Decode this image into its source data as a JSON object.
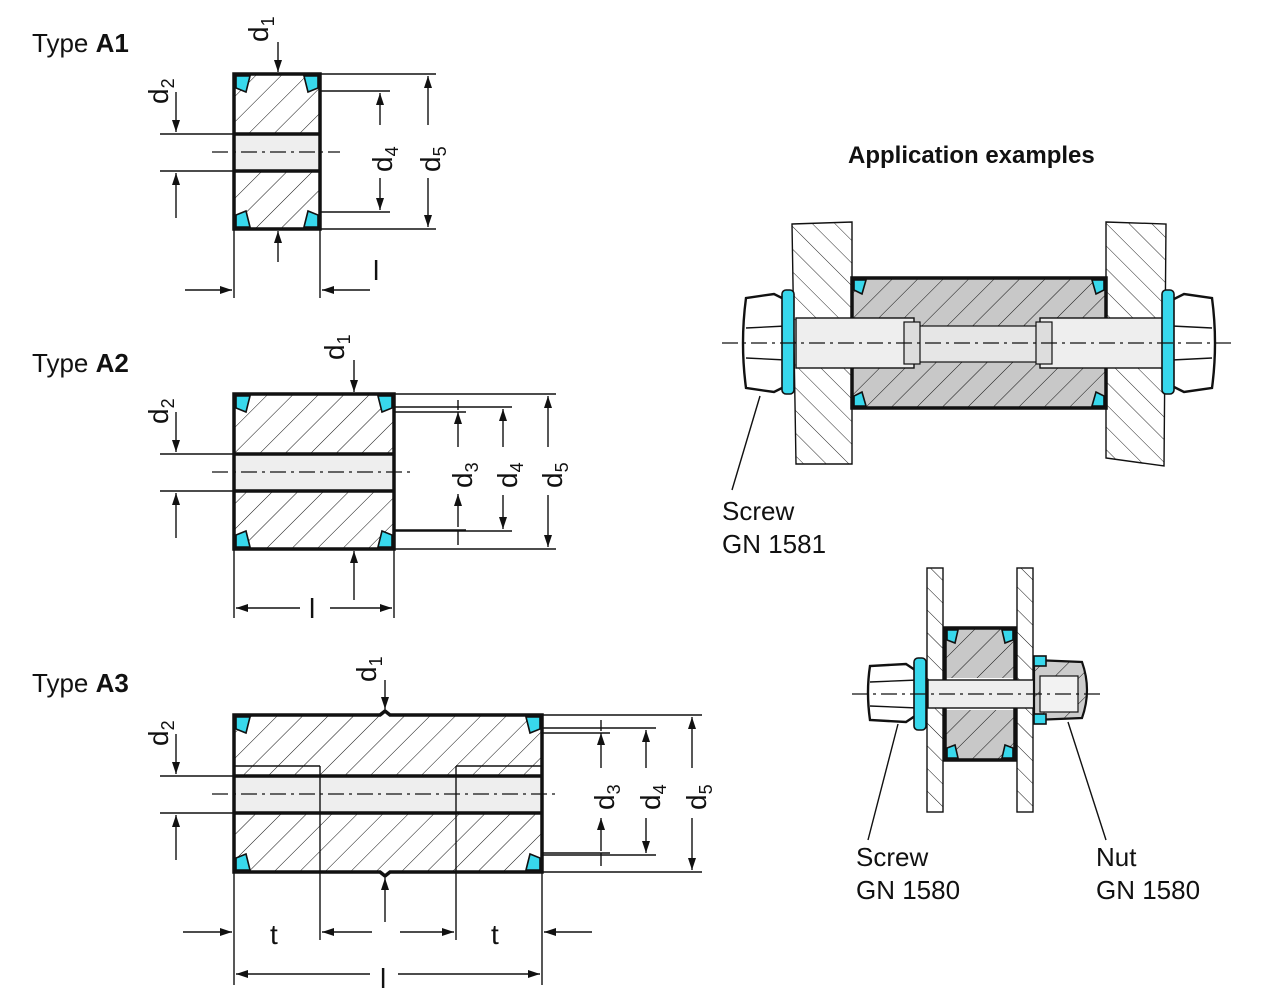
{
  "types": {
    "a1": {
      "prefix": "Type ",
      "code": "A1"
    },
    "a2": {
      "prefix": "Type ",
      "code": "A2"
    },
    "a3": {
      "prefix": "Type ",
      "code": "A3"
    }
  },
  "dims": {
    "d": "d",
    "sub1": "1",
    "sub2": "2",
    "sub3": "3",
    "sub4": "4",
    "sub5": "5",
    "l": "l",
    "t": "t"
  },
  "application": {
    "title": "Application examples",
    "screw1_name": "Screw",
    "screw1_code": "GN 1581",
    "screw2_name": "Screw",
    "screw2_code": "GN 1580",
    "nut_name": "Nut",
    "nut_code": "GN 1580"
  },
  "colors": {
    "seal": "#38d8ec",
    "body_grey": "#c8c8c8",
    "bore": "#eeeeee",
    "line": "#111111"
  }
}
